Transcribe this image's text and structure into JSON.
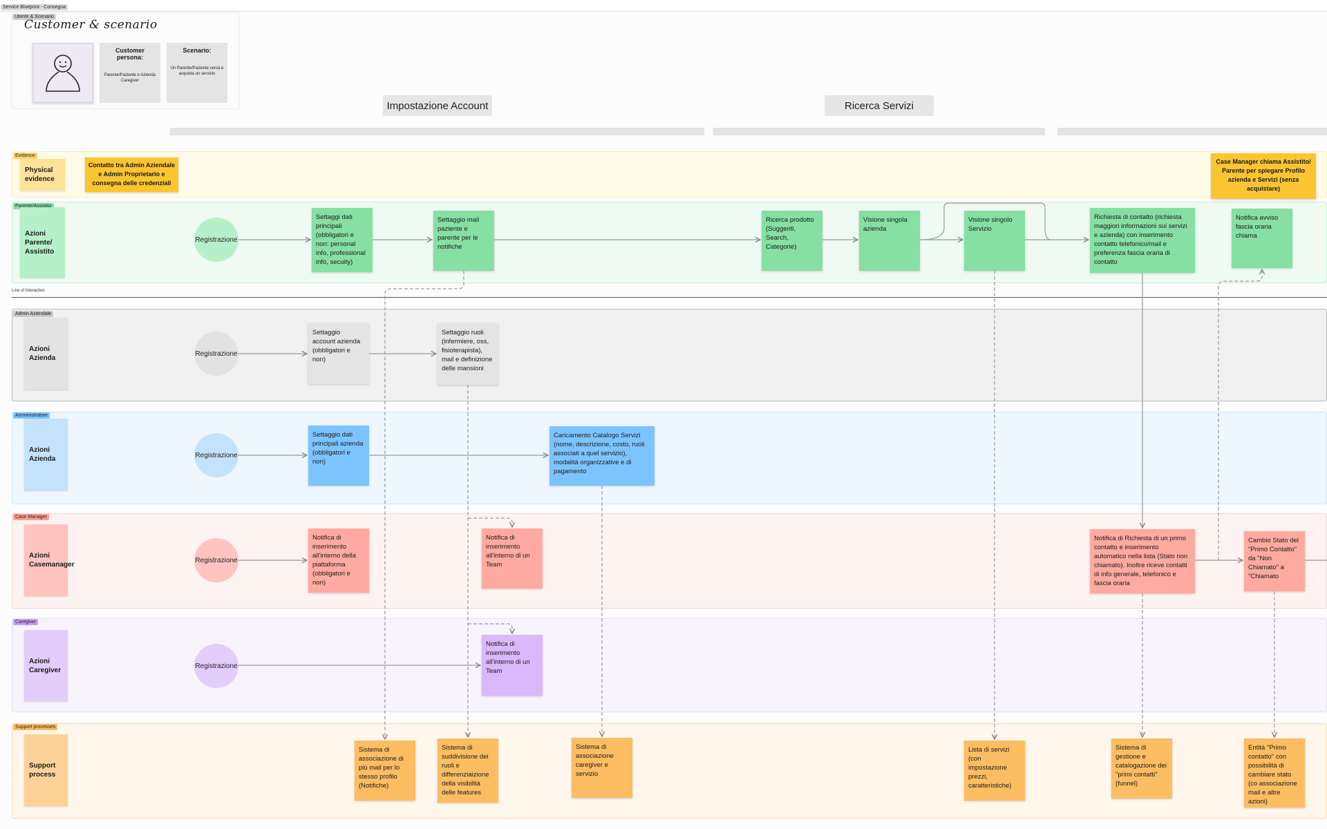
{
  "frame": {
    "title": "Service Blueprint - Consegna"
  },
  "customer_section": {
    "tag": "Utente & Scenario",
    "title": "Customer & scenario",
    "persona_title": "Customer persona:",
    "persona_text": "Parente/Paziente e Azienda Caregiver",
    "scenario_title": "Scenario:",
    "scenario_text": "Un Parente/Paziente cerca e acquista un servizio"
  },
  "phases": [
    "Impostazione Account",
    "Ricerca Servizi"
  ],
  "line_of_interaction": "Line of Interaction",
  "lanes": {
    "evidence": {
      "tag": "Evidence",
      "label": "Physical evidence",
      "cards": [
        "Contatto tra Admin Aziendale e Admin Proprietario e consegna delle credenziali",
        "Case Manager chiama Assistito/ Parente per spiegare Profilo azienda e Servizi (senza acquistare)"
      ]
    },
    "parente": {
      "tag": "Parente/Assistito",
      "label": "Azioni Parente/ Assistito",
      "start": "Registrazione",
      "cards": [
        "Settaggi dati principali (obbligatori e non: personal info, professional info, secuity)",
        "Settaggio mail paziente e parente per le notifiche",
        "Ricerca prodotto (Suggeriti, Search, Categorie)",
        "Visione singola azienda",
        "Visione singolo Servizio",
        "Richiesta di contatto (richiesta maggiori informazioni sui servizi e azienda) con inserimento contatto telefonico/mail e preferenza fascia oraria di contatto",
        "Notifica avviso fascia oraria chiama"
      ]
    },
    "admin_aziendale": {
      "tag": "Admin Aziendale",
      "label": "Azioni Azienda",
      "start": "Registrazione",
      "cards": [
        "Settaggio account azienda (obbligatori e non)",
        "Settaggio ruoli (infermiere, oss, fisioterapista), mail e definizione delle mansioni"
      ]
    },
    "amministratore": {
      "tag": "Amministratore",
      "label": "Azioni Azienda",
      "start": "Registrazione",
      "cards": [
        "Settaggio dati principali azienda (obbligatori e non)",
        "Caricamento Catalogo Servizi (nome, descrizione, costo, ruoli associati a quel servizio), modalità organizzative e di pagamento"
      ]
    },
    "case_manager": {
      "tag": "Case Manager",
      "label": "Azioni Casemanager",
      "start": "Registrazione",
      "cards": [
        "Notifica di inserimento all'interno della piattaforma (obbligatori e non)",
        "Notifica di inserimento all'interno di un Team",
        "Notifica di Richiesta di un primo contatto e inserimento automatico nella lista (Stato non chiamato). Inoltre riceve contatti di info generale, telefonico e fascia oraria",
        "Cambio Stato del \"Primo Contatto\" da \"Non Chiamato\" a \"Chiamato"
      ]
    },
    "caregiver": {
      "tag": "Caregiver",
      "label": "Azioni Caregiver",
      "start": "Registrazione",
      "cards": [
        "Notifica di inserimento all'interno di un Team"
      ]
    },
    "support": {
      "tag": "Support processes",
      "label": "Support process",
      "cards": [
        "Sistema di associazione di più mail per lo stesso profilo (Notifiche)",
        "Sistema di suddivisione dei ruoli e differenziaizione della visibilità delle features",
        "Sistema di associazione caregiver e servizio",
        "Lista di servizi (con impostazione prezzi, caratteristiche)",
        "Sistema di gestione e catalogazione dei \"primi contatti\" (funnel)",
        "Entità \"Primo contatto\" con possibilità di cambiare stato (co associazione mail e altre azioni)"
      ]
    }
  },
  "colors": {
    "evidence_bg": "#fffbe8",
    "evidence_card": "#fbc531",
    "evidence_label": "#fde39a",
    "parente_bg": "#effbf2",
    "parente_card": "#86dfa3",
    "parente_circle": "#b6f0c8",
    "admin_bg": "#f1f1f1",
    "admin_card": "#e4e4e4",
    "amministratore_bg": "#eef7ff",
    "amministratore_card": "#7cc4ff",
    "amministratore_circle": "#c4e3fb",
    "casemanager_bg": "#fff3f1",
    "casemanager_card": "#ffaaa0",
    "casemanager_circle": "#ffc4bf",
    "caregiver_bg": "#f8f4fd",
    "caregiver_card": "#d9b8fb",
    "caregiver_circle": "#e3cdfb",
    "support_bg": "#fff7ec",
    "support_card": "#fdbd62",
    "support_label": "#fdd299"
  },
  "icons": {
    "persona": "person-outline-icon"
  }
}
